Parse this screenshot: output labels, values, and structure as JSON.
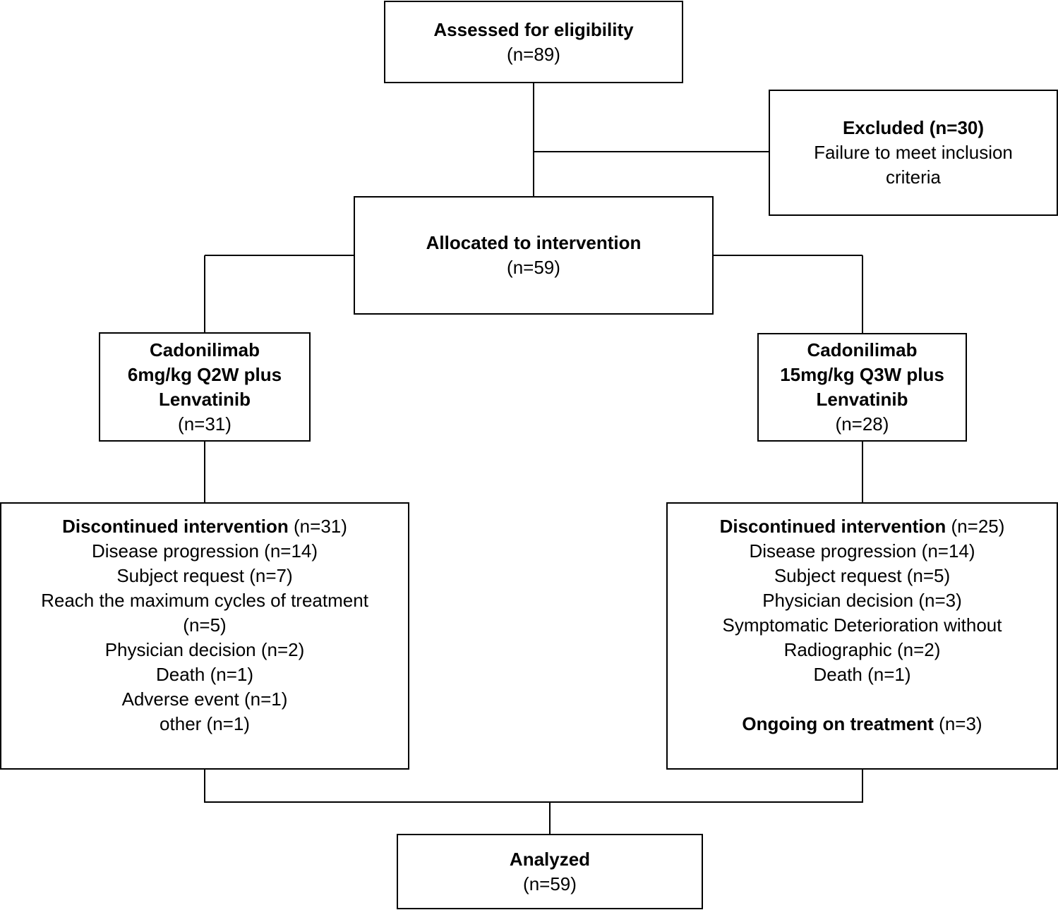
{
  "assessed": {
    "title": "Assessed for eligibility",
    "count": "(n=89)"
  },
  "excluded": {
    "title": "Excluded (n=30)",
    "reason_line1": "Failure to meet inclusion",
    "reason_line2": "criteria"
  },
  "allocated": {
    "title": "Allocated to intervention",
    "count": "(n=59)"
  },
  "arm_left": {
    "line1": "Cadonilimab",
    "line2": "6mg/kg Q2W plus",
    "line3": "Lenvatinib",
    "count": "(n=31)"
  },
  "arm_right": {
    "line1": "Cadonilimab",
    "line2": "15mg/kg Q3W plus",
    "line3": "Lenvatinib",
    "count": "(n=28)"
  },
  "disc_left": {
    "title": "Discontinued intervention",
    "title_count": "(n=31)",
    "items": [
      "Disease progression (n=14)",
      "Subject request (n=7)",
      "Reach the maximum cycles of treatment",
      "(n=5)",
      "Physician decision (n=2)",
      "Death (n=1)",
      "Adverse event (n=1)",
      "other (n=1)"
    ]
  },
  "disc_right": {
    "title": "Discontinued intervention",
    "title_count": "(n=25)",
    "items": [
      "Disease progression (n=14)",
      "Subject request (n=5)",
      "Physician decision (n=3)",
      "Symptomatic Deterioration without",
      "Radiographic (n=2)",
      "Death (n=1)"
    ],
    "ongoing_title": "Ongoing on treatment",
    "ongoing_count": "(n=3)"
  },
  "analyzed": {
    "title": "Analyzed",
    "count": "(n=59)"
  }
}
